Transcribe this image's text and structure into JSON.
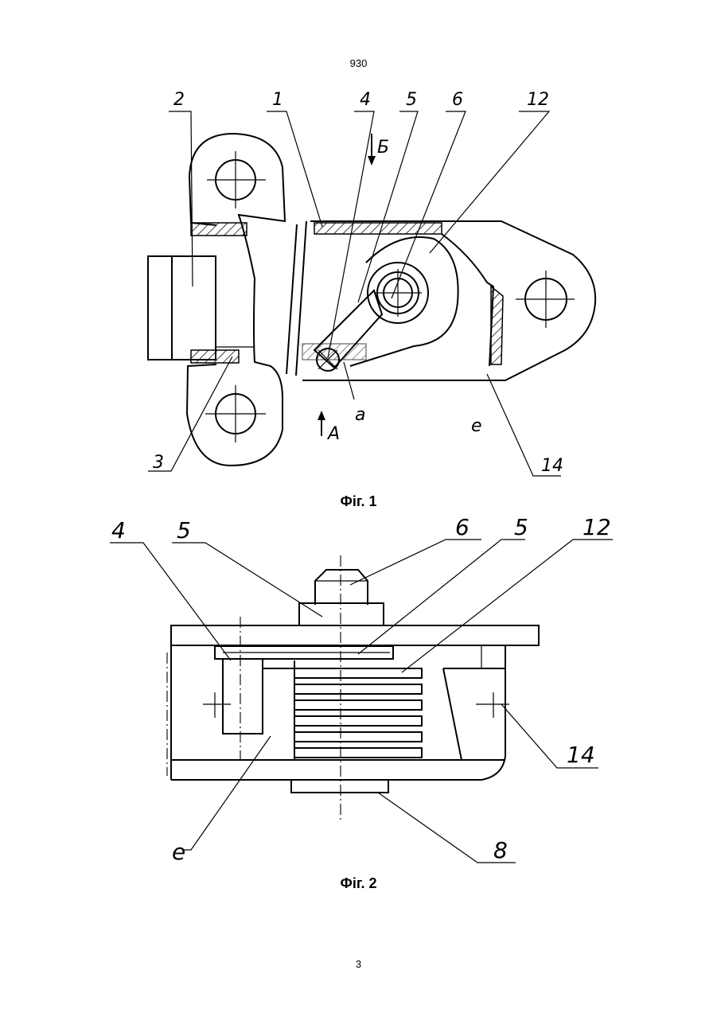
{
  "page": {
    "top_number": "930",
    "bottom_number": "3"
  },
  "figures": [
    {
      "caption": "Фіг. 1",
      "labels": [
        "2",
        "1",
        "4",
        "5",
        "6",
        "12",
        "Б",
        "3",
        "а",
        "A",
        "e",
        "14"
      ]
    },
    {
      "caption": "Фіг. 2",
      "labels": [
        "4",
        "5",
        "6",
        "5",
        "12",
        "14",
        "e",
        "8"
      ]
    }
  ]
}
